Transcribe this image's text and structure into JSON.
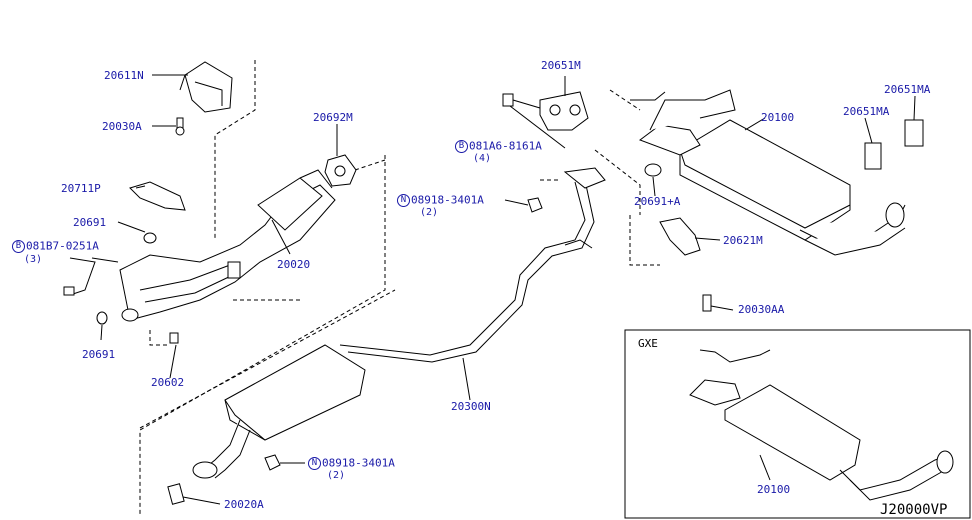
{
  "diagram_id": "J20000VP",
  "inset": {
    "title": "GXE",
    "part": "20100"
  },
  "parts": {
    "p20611N": "20611N",
    "p20030A": "20030A",
    "p20711P": "20711P",
    "p20691_upper": "20691",
    "p081B7_code": "081B7-0251A",
    "p081B7_qty": "(3)",
    "p20691_lower": "20691",
    "p20602": "20602",
    "p20692M": "20692M",
    "p20020": "20020",
    "p20651M": "20651M",
    "p081A6_code": "081A6-8161A",
    "p081A6_qty": "(4)",
    "p08918_top_code": "08918-3401A",
    "p08918_top_qty": "(2)",
    "p20100": "20100",
    "p20651MA_a": "20651MA",
    "p20651MA_b": "20651MA",
    "p20691A": "20691+A",
    "p20621M": "20621M",
    "p20030AA": "20030AA",
    "p20300N": "20300N",
    "p08918_bot_code": "08918-3401A",
    "p08918_bot_qty": "(2)",
    "p20020A": "20020A"
  },
  "symbols": {
    "bolt_B": "B",
    "nut_N": "N"
  }
}
